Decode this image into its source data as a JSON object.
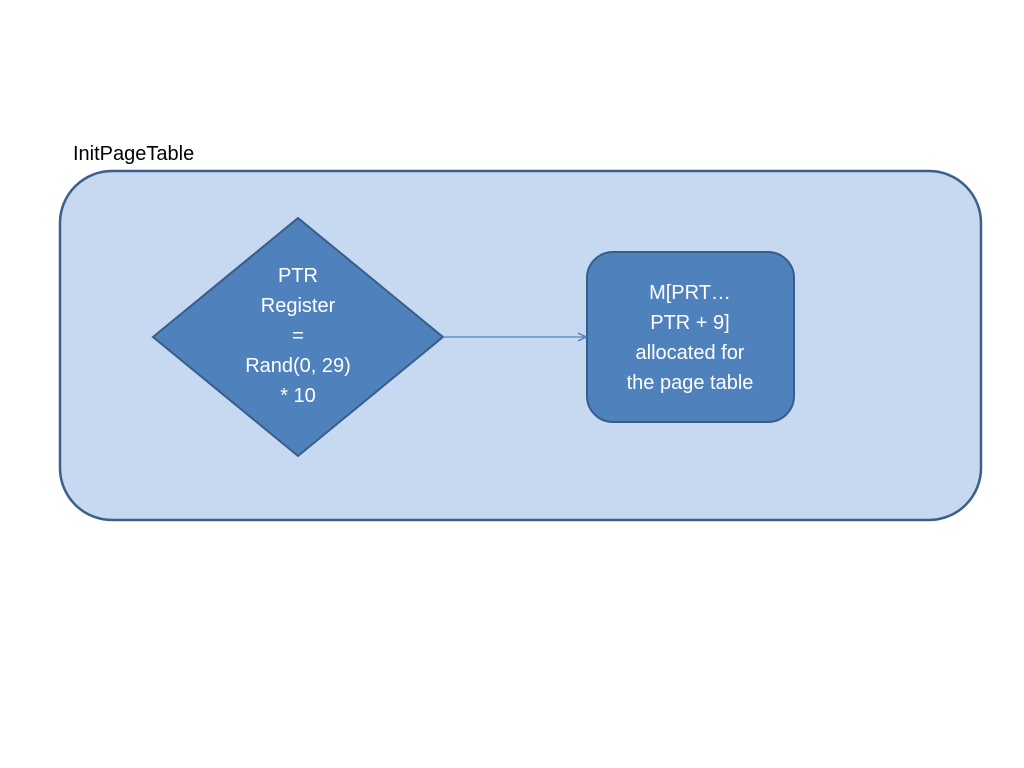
{
  "group": {
    "label": "InitPageTable"
  },
  "decision": {
    "lines": [
      "PTR",
      "Register",
      "=",
      "Rand(0, 29)",
      "* 10"
    ]
  },
  "process": {
    "lines": [
      "M[PRT…",
      "PTR + 9]",
      "allocated for",
      "the page table"
    ]
  },
  "colors": {
    "container_fill": "#C6D9F1",
    "container_stroke": "#3C5F8C",
    "node_fill": "#4F81BD",
    "node_stroke": "#385D8A",
    "connector": "#4F81BD",
    "node_text": "#FFFFFF"
  }
}
